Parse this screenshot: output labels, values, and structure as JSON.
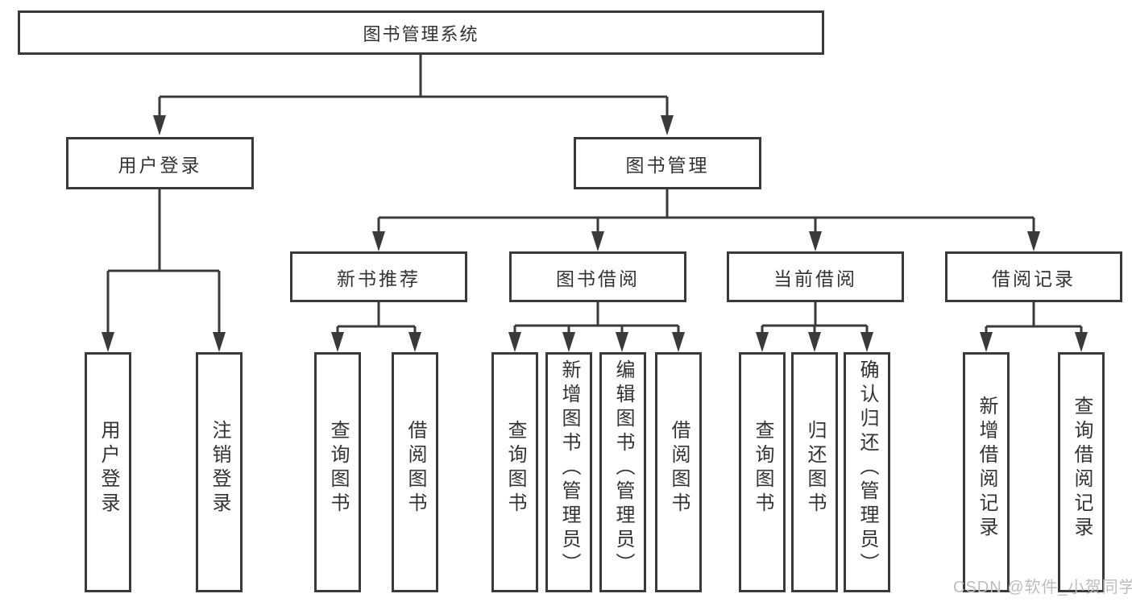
{
  "diagram": {
    "root": {
      "label": "图书管理系统"
    },
    "user_login": {
      "label": "用户登录"
    },
    "book_mgmt": {
      "label": "图书管理"
    },
    "new_books": {
      "label": "新书推荐"
    },
    "book_borrow": {
      "label": "图书借阅"
    },
    "current_borrow": {
      "label": "当前借阅"
    },
    "borrow_records": {
      "label": "借阅记录"
    },
    "leaves": {
      "user_login_1": "用户登录",
      "user_login_2": "注销登录",
      "new_books_1": "查询图书",
      "new_books_2": "借阅图书",
      "book_borrow_1": "查询图书",
      "book_borrow_2": "新增图书（管理员）",
      "book_borrow_3": "编辑图书（管理员）",
      "book_borrow_4": "借阅图书",
      "current_borrow_1": "查询图书",
      "current_borrow_2": "归还图书",
      "current_borrow_3": "确认归还（管理员）",
      "borrow_records_1": "新增借阅记录",
      "borrow_records_2": "查询借阅记录"
    }
  },
  "watermark": {
    "text": "CSDN @软件_小贺同学"
  },
  "colors": {
    "line": "#3a3a3a",
    "box_border": "#3a3a3a",
    "box_fill": "#ffffff",
    "text": "#333333",
    "watermark": "#bdbdbd",
    "background": "#ffffff"
  }
}
